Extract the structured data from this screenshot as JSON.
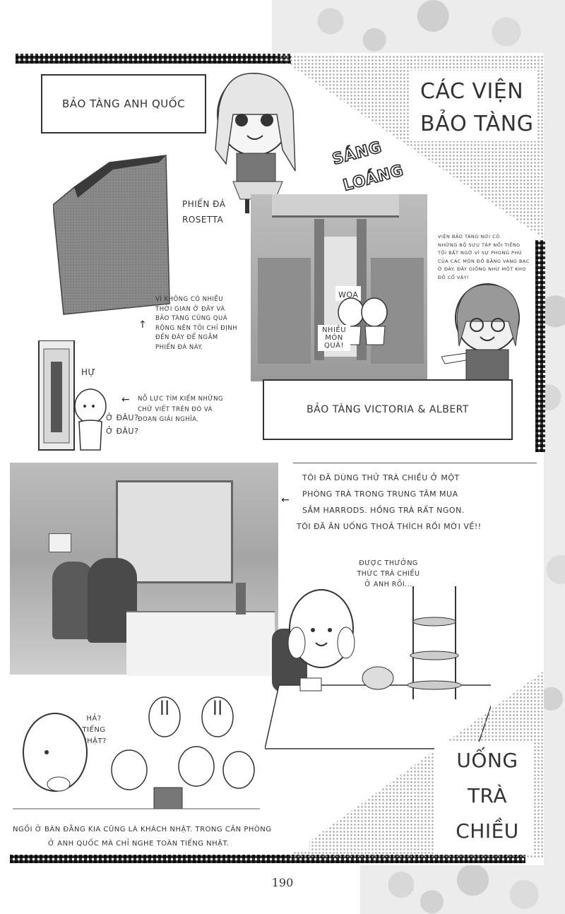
{
  "page_number": "190",
  "section_museums": {
    "title_line1": "Các viện",
    "title_line2": "bảo tàng",
    "british_museum_label": "Bảo tàng Anh Quốc",
    "sfx_sparkle": [
      "Sáng",
      "Loáng"
    ],
    "rosetta_label_line1": "Phiến đá",
    "rosetta_label_line2": "Rosetta",
    "rosetta_note": [
      "Vì không có nhiều",
      "thời gian ở đây và",
      "bảo tàng cũng quá",
      "rộng nên tôi chỉ định",
      "đến đây để ngắm",
      "phiến đá này."
    ],
    "search_note": [
      "Nỗ lực tìm kiếm những",
      "chữ viết trên đó và",
      "đoạn giải nghĩa."
    ],
    "huh": "Hự",
    "where": [
      "Ở đâu?",
      "Ở đâu?"
    ],
    "va_note": [
      "Viện bảo tàng nơi có",
      "những bộ sưu tập nổi tiếng",
      "tôi bất ngờ vì sự phong phú",
      "của các món đồ bằng vàng bạc",
      "ở đây. Đây giống như một kho",
      "đồ cổ vậy!"
    ],
    "woa": "Woa",
    "so_many": [
      "Nhiều",
      "món",
      "quá!"
    ],
    "va_label": "Bảo tàng Victoria & Albert"
  },
  "section_tea": {
    "title": [
      "Uống",
      "trà",
      "chiều"
    ],
    "harrods_note": [
      "Tôi đã dùng thử trà chiều ở một",
      "phòng trà trong trung tâm mua",
      "sắm Harrods. Hồng trà rất ngon.",
      "Tôi đã ăn uống thoả thích rồi mới về!!"
    ],
    "happy_bubble": [
      "Được thưởng",
      "thức trà chiều",
      "ở Anh rồi..."
    ],
    "ha_bubble": [
      "Hả?",
      "Tiếng",
      "Nhật?"
    ],
    "silence_bubbles": [
      "||",
      "||"
    ],
    "bottom_caption": [
      "Ngồi ở bàn đằng kia cũng là khách Nhật. Trong căn phòng",
      "ở Anh Quốc mà chỉ nghe toàn tiếng Nhật."
    ]
  }
}
